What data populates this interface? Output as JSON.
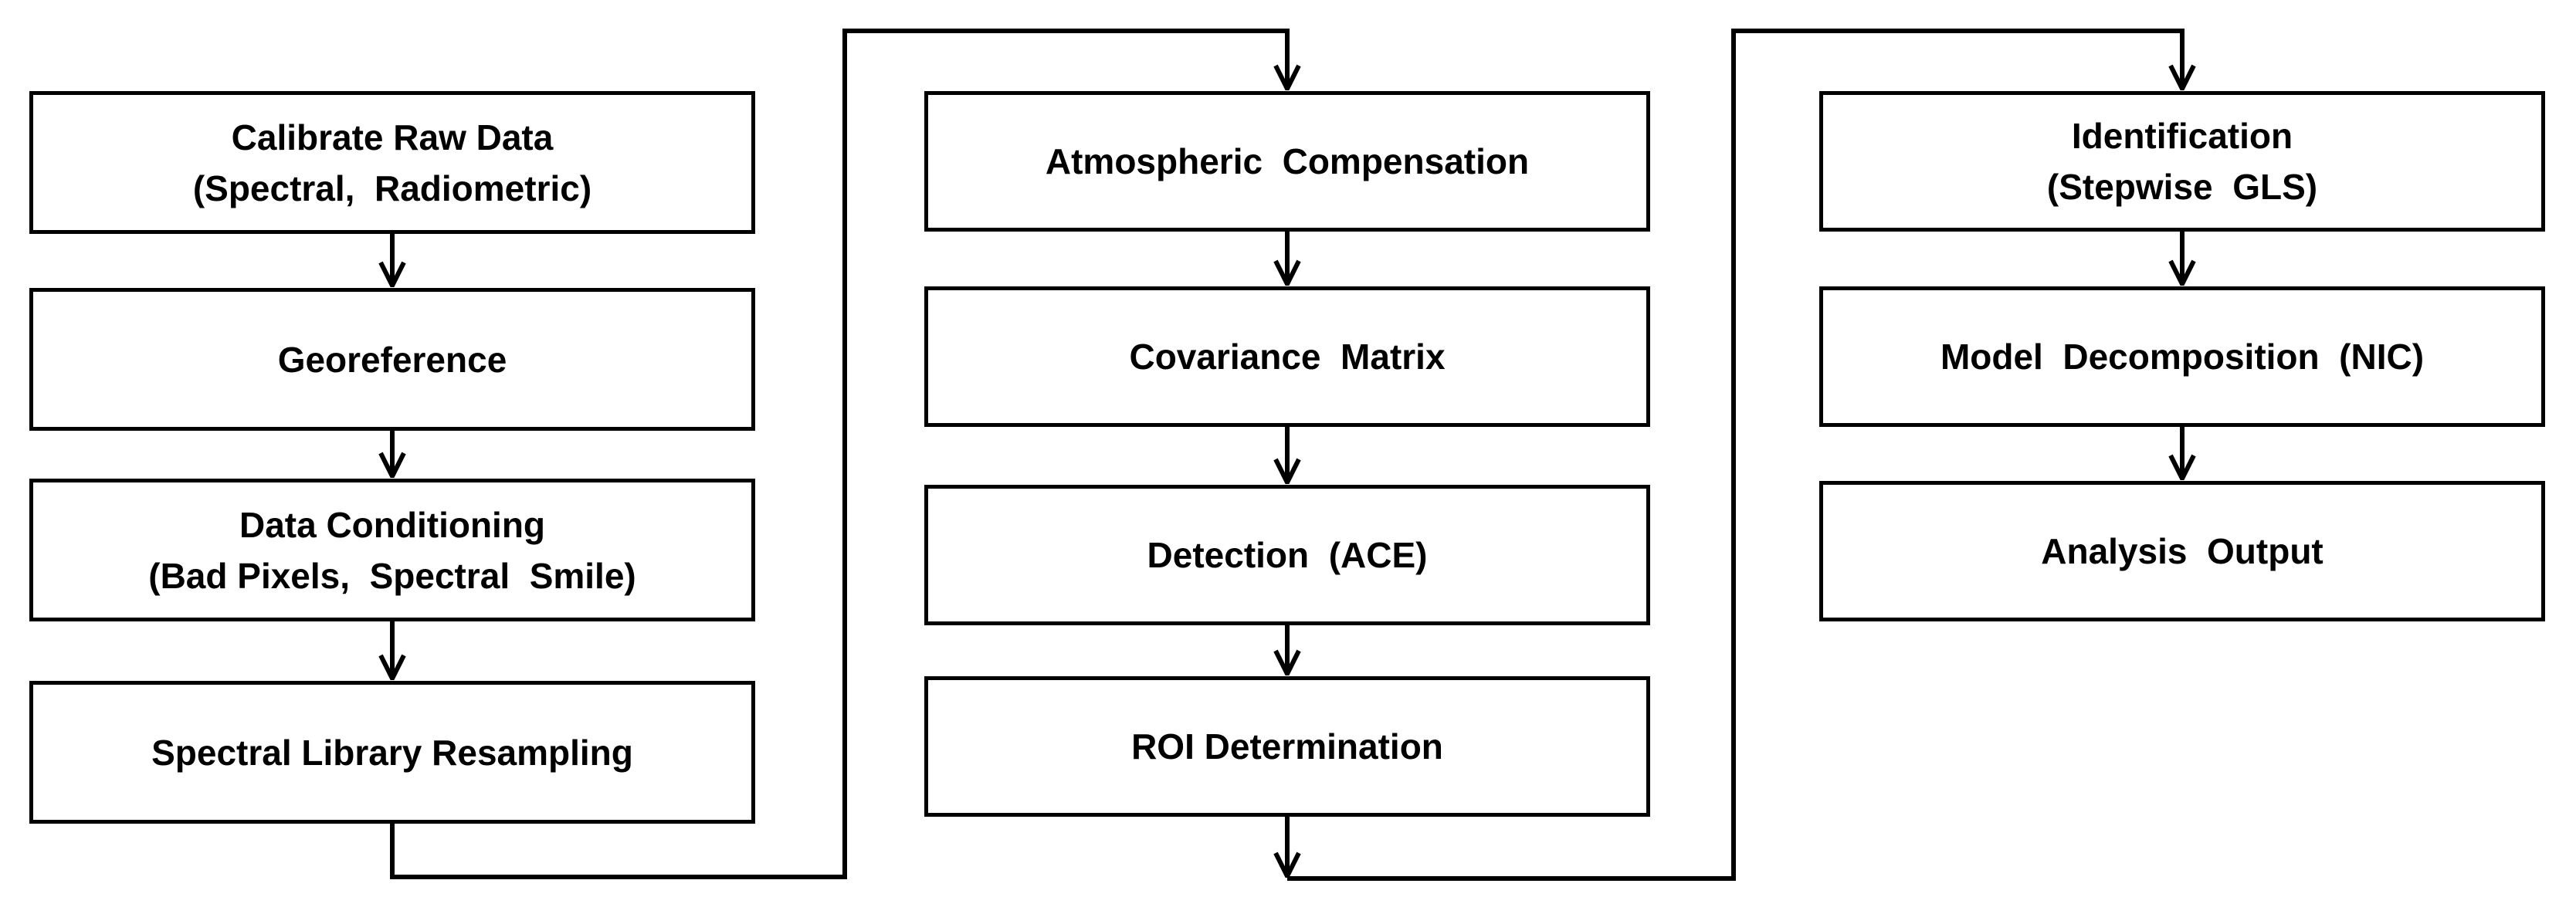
{
  "columns": [
    {
      "steps": [
        {
          "lines": [
            "Calibrate Raw Data",
            "(Spectral,  Radiometric)"
          ]
        },
        {
          "lines": [
            "Georeference"
          ]
        },
        {
          "lines": [
            "Data Conditioning",
            "(Bad Pixels,  Spectral  Smile)"
          ]
        },
        {
          "lines": [
            "Spectral Library Resampling"
          ]
        }
      ]
    },
    {
      "steps": [
        {
          "lines": [
            "Atmospheric  Compensation"
          ]
        },
        {
          "lines": [
            "Covariance  Matrix"
          ]
        },
        {
          "lines": [
            "Detection  (ACE)"
          ]
        },
        {
          "lines": [
            "ROI Determination"
          ]
        }
      ]
    },
    {
      "steps": [
        {
          "lines": [
            "Identification",
            "(Stepwise  GLS)"
          ]
        },
        {
          "lines": [
            "Model  Decomposition  (NIC)"
          ]
        },
        {
          "lines": [
            "Analysis  Output"
          ]
        }
      ]
    }
  ],
  "colors": {
    "stroke": "#000000",
    "fill": "#ffffff"
  }
}
